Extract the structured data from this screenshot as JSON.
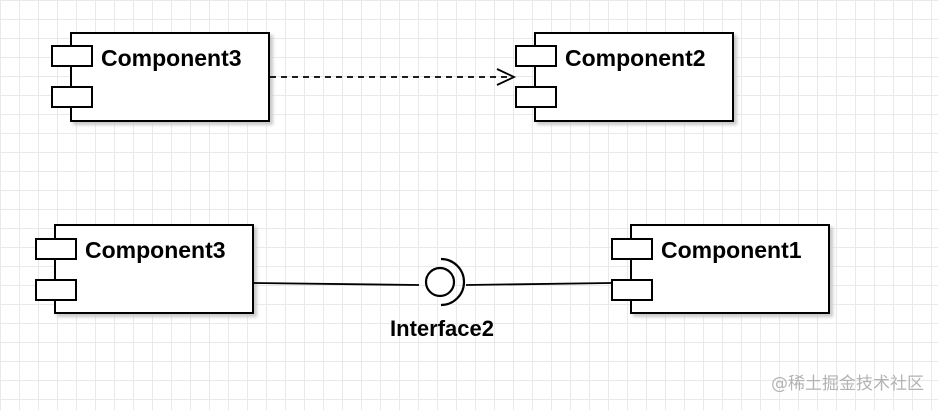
{
  "diagram": {
    "components": {
      "top_left": {
        "title": "Component3"
      },
      "top_right": {
        "title": "Component2"
      },
      "bottom_left": {
        "title": "Component3"
      },
      "bottom_right": {
        "title": "Component1"
      }
    },
    "interface": {
      "label": "Interface2"
    },
    "connections": [
      {
        "from": "top_left",
        "to": "top_right",
        "style": "dashed-dependency"
      },
      {
        "from": "bottom_left",
        "to": "interface",
        "style": "solid-line"
      },
      {
        "from": "interface",
        "to": "bottom_right",
        "style": "solid-line"
      }
    ]
  },
  "watermark": "@稀土掘金技术社区",
  "colors": {
    "stroke": "#000000",
    "shadow": "#cccccc",
    "grid": "#e9e9e9",
    "watermark": "#b3b3b3"
  }
}
